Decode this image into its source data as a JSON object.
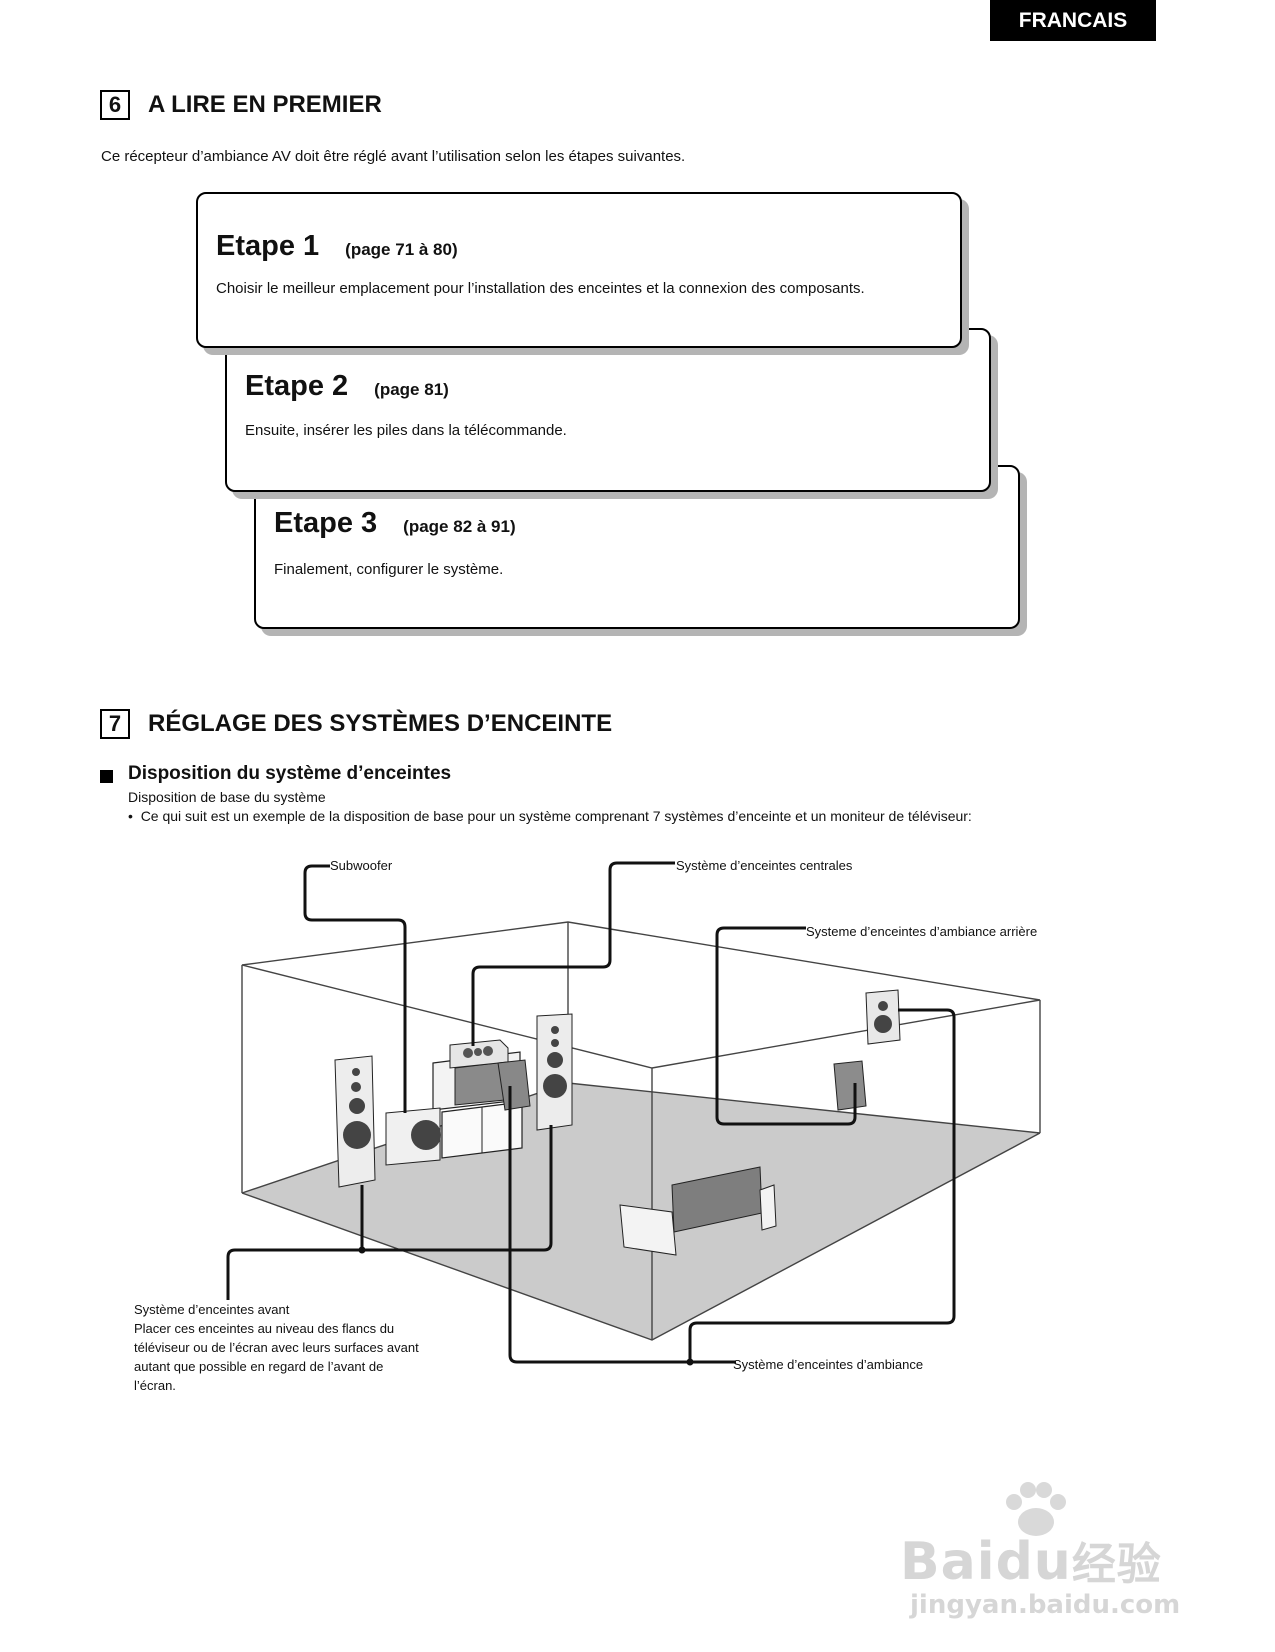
{
  "header": {
    "language_tab": "FRANCAIS"
  },
  "section6": {
    "number": "6",
    "title": "A LIRE EN PREMIER",
    "intro": "Ce récepteur d’ambiance AV doit être réglé avant l’utilisation selon les étapes suivantes.",
    "steps": [
      {
        "title": "Etape 1",
        "page": "(page 71 à 80)",
        "desc": "Choisir le meilleur emplacement pour l’installation des enceintes et la connexion des composants."
      },
      {
        "title": "Etape 2",
        "page": "(page 81)",
        "desc": "Ensuite, insérer les piles dans la télécommande."
      },
      {
        "title": "Etape 3",
        "page": "(page 82 à 91)",
        "desc": "Finalement, configurer le système."
      }
    ]
  },
  "section7": {
    "number": "7",
    "title": "RÉGLAGE DES SYSTÈMES D’ENCEINTE",
    "subtitle": "Disposition du système d’enceintes",
    "sub_line": "Disposition de base du système",
    "bullet": "Ce qui suit est un exemple de la disposition de base pour un système comprenant 7 systèmes d’enceinte et un moniteur de téléviseur:"
  },
  "diagram": {
    "labels": {
      "subwoofer": "Subwoofer",
      "center": "Système d’enceintes centrales",
      "surround_back": "Systeme d’enceintes d’ambiance arrière",
      "surround": "Système d’enceintes d’ambiance",
      "front_title": "Système d’enceintes avant",
      "front_desc": [
        "Placer ces enceintes au niveau des flancs du",
        "téléviseur ou de l’écran avec leurs surfaces avant",
        "autant que possible en regard de l’avant de",
        "l’écran."
      ]
    }
  },
  "watermark": {
    "brand": "Bai",
    "brand2": "du",
    "cn": "经验",
    "url": "jingyan.baidu.com"
  }
}
